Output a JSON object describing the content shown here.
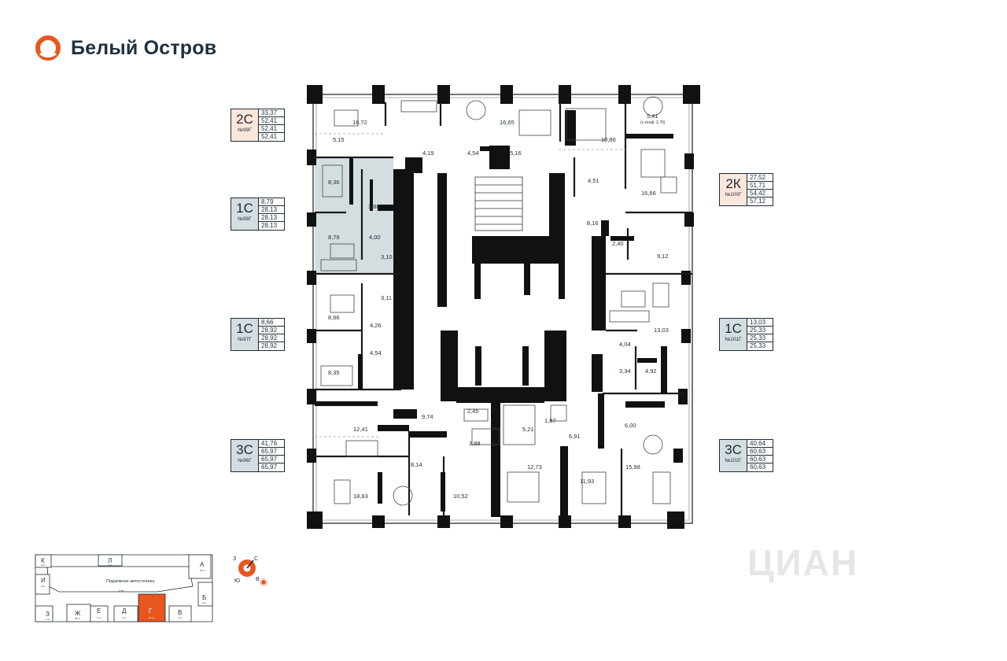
{
  "brand": {
    "name": "Белый Остров",
    "logo_color": "#e8561f",
    "text_color": "#1d3140"
  },
  "apartments": [
    {
      "id": "99g",
      "type": "2С",
      "number": "№99Г",
      "areas": [
        "33,37",
        "52,41",
        "52,41",
        "52,41"
      ],
      "fill": "#fbe6dc"
    },
    {
      "id": "98g",
      "type": "1С",
      "number": "№98Г",
      "areas": [
        "8,79",
        "28,13",
        "28,13",
        "28,13"
      ],
      "fill": "#d4dde0"
    },
    {
      "id": "97g",
      "type": "1С",
      "number": "№97Г",
      "areas": [
        "8,66",
        "28,92",
        "28,92",
        "28,92"
      ],
      "fill": "#d4dde0"
    },
    {
      "id": "96g",
      "type": "3С",
      "number": "№96Г",
      "areas": [
        "41,76",
        "65,97",
        "65,97",
        "65,97"
      ],
      "fill": "#d4dde0"
    },
    {
      "id": "100g",
      "type": "2К",
      "number": "№100Г",
      "areas": [
        "27,52",
        "51,71",
        "54,42",
        "57,12"
      ],
      "fill": "#fbe6dc"
    },
    {
      "id": "101g",
      "type": "1С",
      "number": "№101Г",
      "areas": [
        "13,03",
        "25,33",
        "25,33",
        "25,33"
      ],
      "fill": "#d4dde0"
    },
    {
      "id": "102g",
      "type": "3С",
      "number": "№102Г",
      "areas": [
        "40,64",
        "60,63",
        "60,63",
        "60,63"
      ],
      "fill": "#d4dde0"
    }
  ],
  "room_labels": [
    {
      "text": "16,72"
    },
    {
      "text": "16,65"
    },
    {
      "text": "5,41"
    },
    {
      "text": "(с коэф. 2,76)"
    },
    {
      "text": "5,15"
    },
    {
      "text": "4,19"
    },
    {
      "text": "4,54"
    },
    {
      "text": "5,16"
    },
    {
      "text": "10,86"
    },
    {
      "text": "8,36"
    },
    {
      "text": "3,88"
    },
    {
      "text": "4,51"
    },
    {
      "text": "16,66"
    },
    {
      "text": "8,79"
    },
    {
      "text": "4,00"
    },
    {
      "text": "8,16"
    },
    {
      "text": "2,40"
    },
    {
      "text": "9,12"
    },
    {
      "text": "3,10"
    },
    {
      "text": "3,11"
    },
    {
      "text": "8,66"
    },
    {
      "text": "4,26"
    },
    {
      "text": "13,03"
    },
    {
      "text": "4,04"
    },
    {
      "text": "4,54"
    },
    {
      "text": "8,35"
    },
    {
      "text": "3,34"
    },
    {
      "text": "4,92"
    },
    {
      "text": "9,74"
    },
    {
      "text": "2,45"
    },
    {
      "text": "5,21"
    },
    {
      "text": "1,87"
    },
    {
      "text": "6,00"
    },
    {
      "text": "12,41"
    },
    {
      "text": "3,88"
    },
    {
      "text": "6,91"
    },
    {
      "text": "8,14"
    },
    {
      "text": "15,98"
    },
    {
      "text": "12,73"
    },
    {
      "text": "11,93"
    },
    {
      "text": "18,83"
    },
    {
      "text": "10,52"
    }
  ],
  "site_plan": {
    "sections": [
      {
        "letter": "К",
        "sub": "9 эт."
      },
      {
        "letter": "Л",
        "sub": "7 эт."
      },
      {
        "letter": "А",
        "sub": "25 эт."
      },
      {
        "letter": "И",
        "sub": "9 эт."
      },
      {
        "letter": "Б",
        "sub": "9 эт."
      },
      {
        "letter": "З",
        "sub": "7 эт."
      },
      {
        "letter": "Ж",
        "sub": "25 эт."
      },
      {
        "letter": "Е",
        "sub": "7 эт."
      },
      {
        "letter": "Д",
        "sub": "7 эт."
      },
      {
        "letter": "Г",
        "sub": "25 эт."
      },
      {
        "letter": "В",
        "sub": "7 эт."
      }
    ],
    "parking_label": "Подземная автостоянка",
    "parking_sub": "1 эт.",
    "highlight_color": "#e8561f"
  },
  "compass": {
    "north": "С",
    "south": "Ю",
    "west": "З",
    "east": "В"
  },
  "watermark": "ЦИАН"
}
